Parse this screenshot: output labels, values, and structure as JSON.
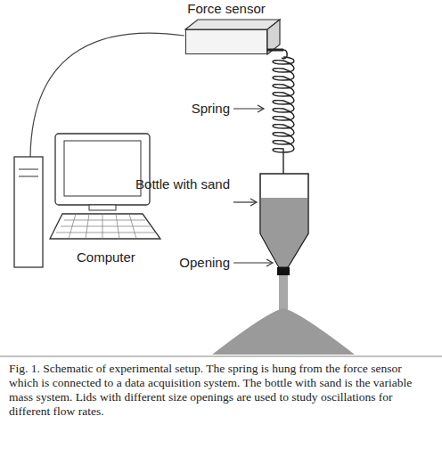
{
  "diagram": {
    "caption": "Fig. 1. Schematic of experimental setup. The spring is hung from the force sensor which is connected to a data acquisition system. The bottle with sand is the variable mass system. Lids with different size openings are used to study oscillations for different flow rates.",
    "nodes": [
      {
        "text": [
          "Force sensor"
        ]
      }
    ],
    "labels": [
      "Spring",
      "Bottle with sand",
      "Opening",
      "Computer"
    ]
  }
}
